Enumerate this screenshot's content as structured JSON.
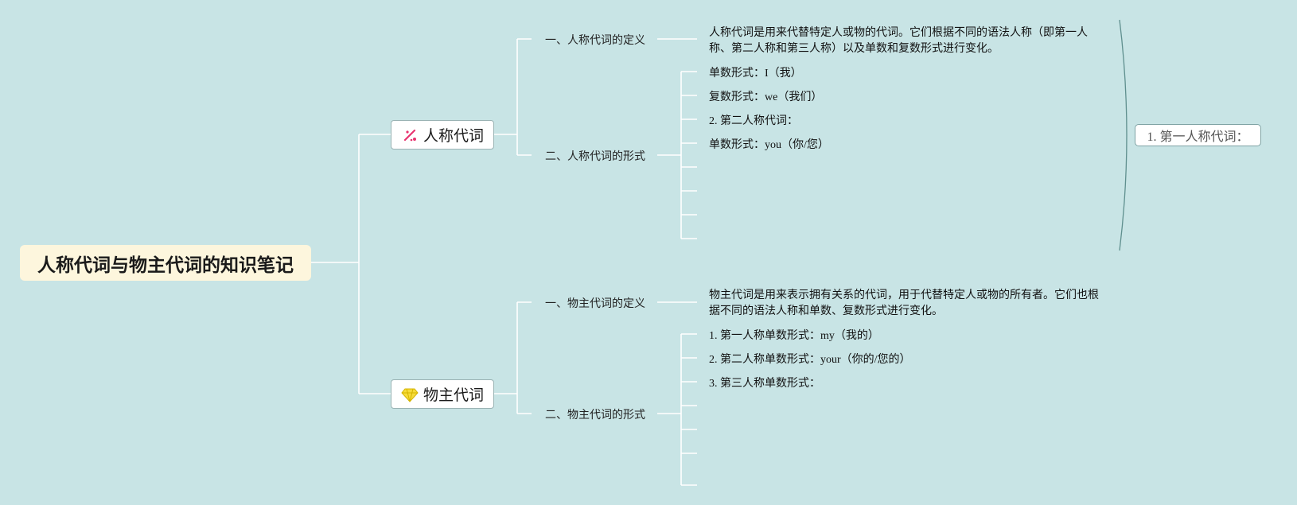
{
  "colors": {
    "background": "#c8e4e5",
    "connector": "#ffffff",
    "root_fill": "#fdf6dd",
    "node_border": "#9ab3b4",
    "boundary_line": "#5f8f8e"
  },
  "root": {
    "title": "人称代词与物主代词的知识笔记"
  },
  "personal": {
    "title": "人称代词",
    "icon": "magic-wand-icon",
    "definition": {
      "label": "一、人称代词的定义",
      "text": "人称代词是用来代替特定人或物的代词。它们根据不同的语法人称（即第一人称、第二人称和第三人称）以及单数和复数形式进行变化。"
    },
    "forms": {
      "label": "二、人称代词的形式",
      "items": [
        "单数形式：I（我）",
        "复数形式：we（我们）",
        "2. 第二人称代词：",
        "单数形式：you（你/您）"
      ]
    }
  },
  "possessive": {
    "title": "物主代词",
    "icon": "diamond-icon",
    "definition": {
      "label": "一、物主代词的定义",
      "text": "物主代词是用来表示拥有关系的代词，用于代替特定人或物的所有者。它们也根据不同的语法人称和单数、复数形式进行变化。"
    },
    "forms": {
      "label": "二、物主代词的形式",
      "items": [
        "1. 第一人称单数形式：my（我的）",
        "2. 第二人称单数形式：your（你的/您的）",
        "3. 第三人称单数形式："
      ]
    }
  },
  "floating": {
    "label": "1. 第一人称代词："
  }
}
